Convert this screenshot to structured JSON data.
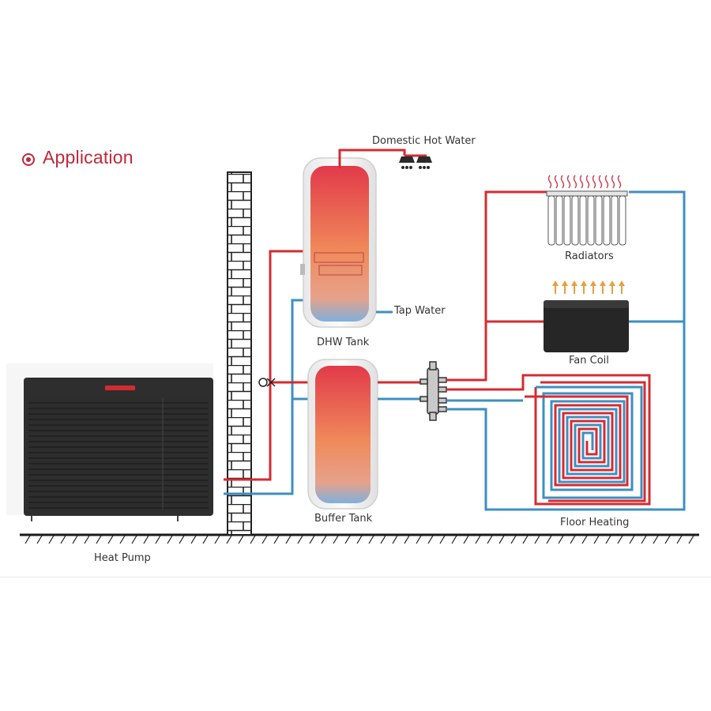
{
  "header": {
    "title": "Application",
    "bullet_color": "#c0283a"
  },
  "components": {
    "domestic_hot_water": "Domestic Hot Water",
    "radiators": "Radiators",
    "tap_water": "Tap Water",
    "dhw_tank": "DHW Tank",
    "fan_coil": "Fan Coil",
    "buffer_tank": "Buffer Tank",
    "floor_heating": "Floor Heating",
    "heat_pump": "Heat Pump"
  },
  "colors": {
    "hot_pipe": "#d42b32",
    "cold_pipe": "#3d8fc2",
    "unit_body": "#2a2a2a",
    "ground": "#1a1a1a"
  }
}
